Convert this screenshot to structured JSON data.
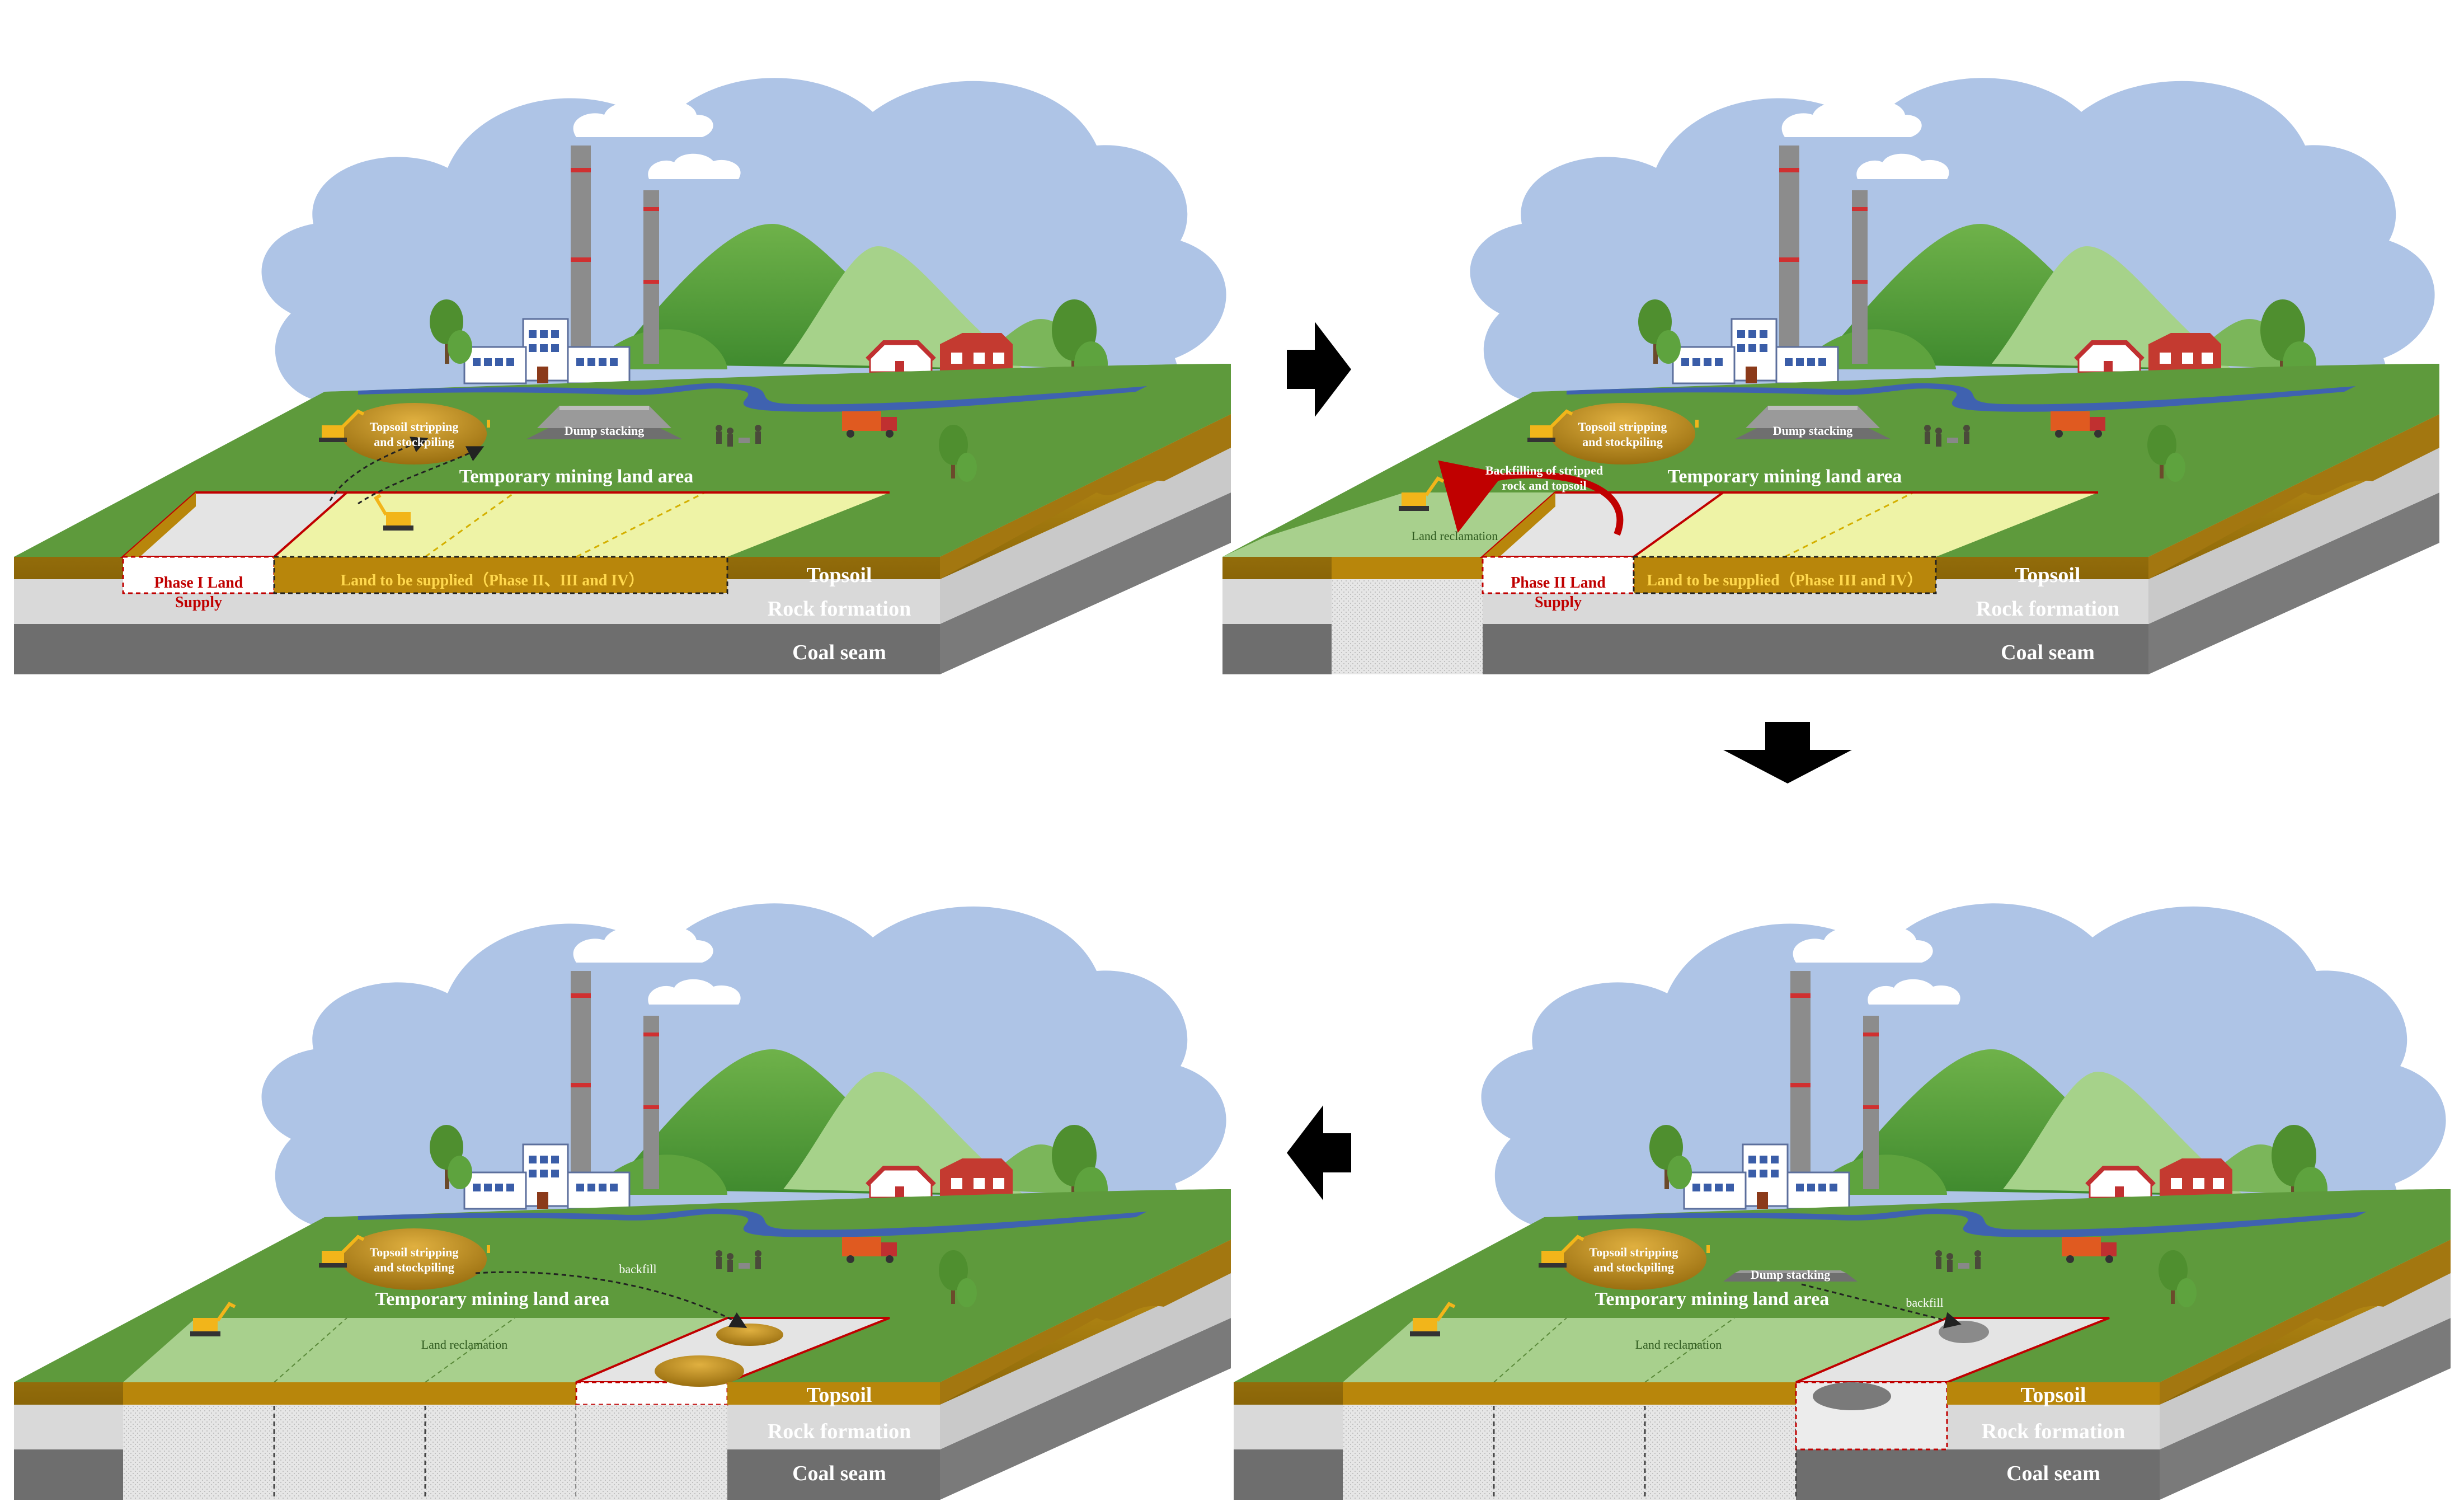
{
  "panels": [
    {
      "stockpile": "Topsoil stripping",
      "stockpile2": "and stockpiling",
      "dump": "Dump stacking",
      "area": "Temporary mining land area",
      "phase_land": "Phase I Land",
      "phase_land2": "Supply",
      "supply": "Land to be supplied（Phase II、III and IV）",
      "topsoil": "Topsoil",
      "rock": "Rock formation",
      "coal": "Coal seam"
    },
    {
      "stockpile": "Topsoil stripping",
      "stockpile2": "and stockpiling",
      "dump": "Dump stacking",
      "area": "Temporary mining land area",
      "backfill_note": "Backfilling of stripped",
      "backfill_note2": "rock and topsoil",
      "reclamation": "Land reclamation",
      "phase_land": "Phase II Land",
      "phase_land2": "Supply",
      "supply": "Land to be supplied（Phase III and IV）",
      "topsoil": "Topsoil",
      "rock": "Rock formation",
      "coal": "Coal seam"
    },
    {
      "stockpile": "Topsoil stripping",
      "stockpile2": "and stockpiling",
      "area": "Temporary mining land area",
      "backfill": "backfill",
      "reclamation": "Land reclamation",
      "topsoil": "Topsoil",
      "rock": "Rock formation",
      "coal": "Coal seam"
    },
    {
      "stockpile": "Topsoil stripping",
      "stockpile2": "and stockpiling",
      "dump": "Dump stacking",
      "area": "Temporary mining land area",
      "backfill": "backfill",
      "reclamation": "Land reclamation",
      "topsoil": "Topsoil",
      "rock": "Rock formation",
      "coal": "Coal seam"
    }
  ],
  "colors": {
    "sky": "#aec4e6",
    "grass": "#5e9a3c",
    "topsoil": "#b8860b",
    "rock": "#d9d9d9",
    "coal": "#7a7a7a",
    "supply_land": "#eef3a6",
    "reclaimed": "#a8d08d",
    "label_red": "#c00000",
    "label_yellow": "#ffd84d"
  },
  "flow_arrows": [
    "right",
    "down",
    "left"
  ]
}
